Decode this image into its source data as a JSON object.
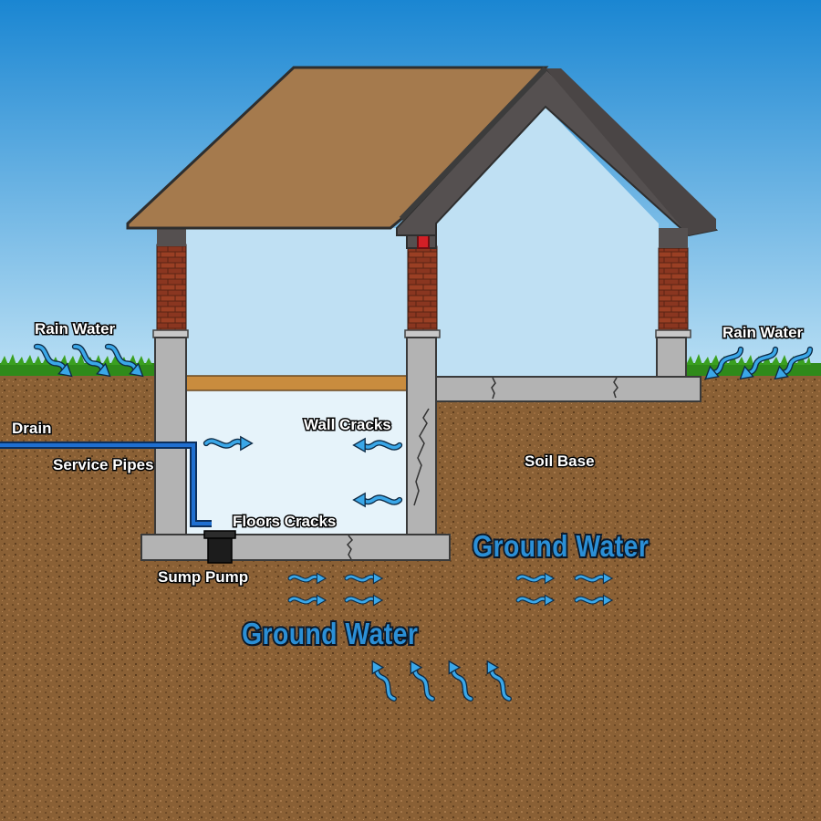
{
  "labels": {
    "rain_water_left": "Rain Water",
    "rain_water_right": "Rain Water",
    "drain": "Drain",
    "service_pipes": "Service Pipes",
    "wall_cracks": "Wall Cracks",
    "floors_cracks": "Floors Cracks",
    "sump_pump": "Sump Pump",
    "soil_base": "Soil Base",
    "ground_water_right": "Ground Water",
    "ground_water_bottom": "Ground Water"
  },
  "colors": {
    "sky_top": "#1a86d2",
    "sky_bottom": "#b9dff4",
    "soil": "#8a6035",
    "grass": "#2f8a1a",
    "roof": "#a57a4d",
    "roof_edge": "#3c3c3c",
    "wall_frame": "#555050",
    "interior": "#bfe0f3",
    "basement_water": "#e6f3fa",
    "foundation": "#b3b3b3",
    "brick": "#8f3a22",
    "chimney_pipe": "#d31f26",
    "water_arrow": "#3aa7e8",
    "drain_pipe": "#1f6fd0",
    "sump_pump": "#1c1c1c",
    "floor_board": "#c98c3e",
    "label_text": "#ffffff",
    "ground_water_text": "#2b8fd6"
  }
}
